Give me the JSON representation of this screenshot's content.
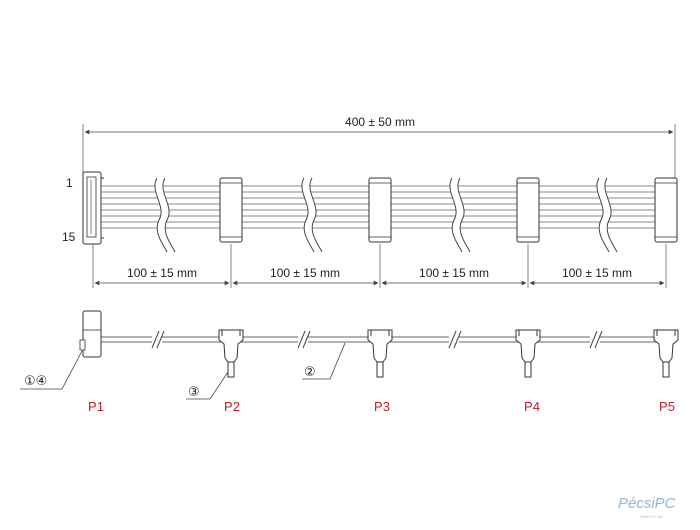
{
  "overall_length": "400 ± 50 mm",
  "pin_first": "1",
  "pin_last": "15",
  "segments": [
    "100 ± 15 mm",
    "100 ± 15 mm",
    "100 ± 15 mm",
    "100 ± 15 mm"
  ],
  "plugs": [
    "P1",
    "P2",
    "P3",
    "P4",
    "P5"
  ],
  "callouts": {
    "c14": "①④",
    "c3": "③",
    "c2": "②"
  },
  "watermark": {
    "main": "PécsiPC",
    "sub": "Pécsi PC Kft."
  },
  "colors": {
    "plug_label": "#c0202a",
    "line": "#444444",
    "wire": "#888888",
    "watermark": "#6aa0c8"
  }
}
